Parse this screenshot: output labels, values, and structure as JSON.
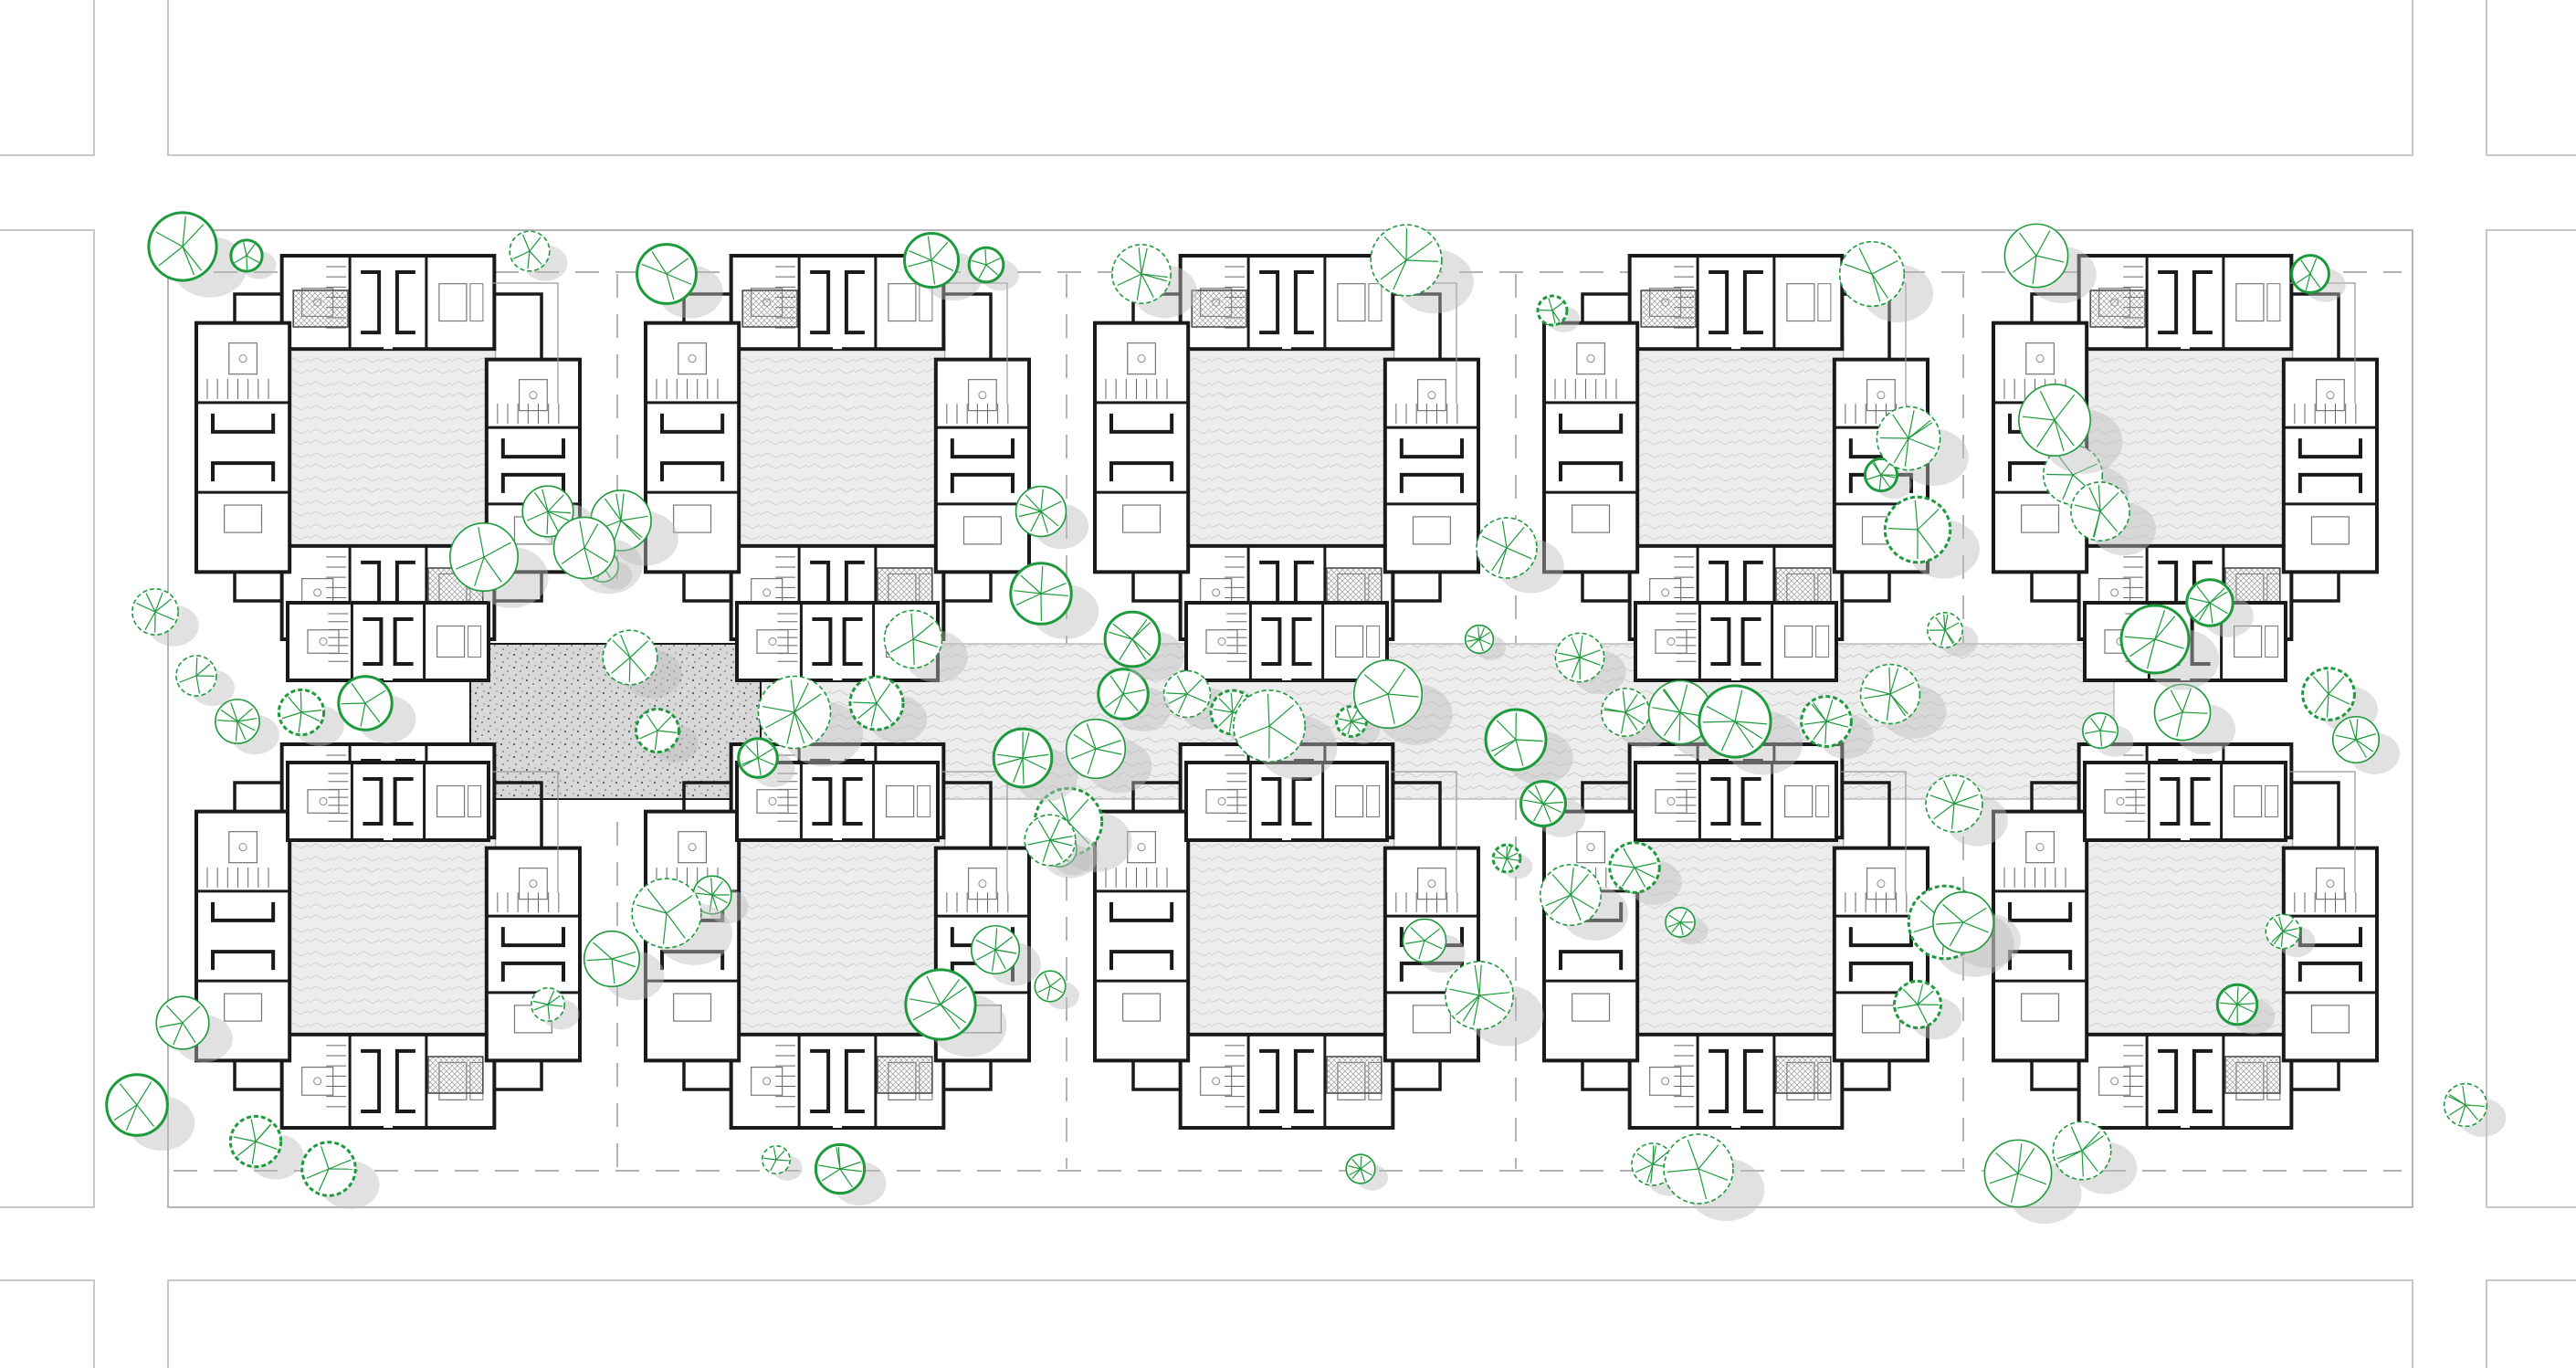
{
  "plan": {
    "courtyard_rows": 2,
    "courtyard_columns": 5,
    "units_per_courtyard": 4,
    "tree_count": 96
  },
  "colors": {
    "background": "#ffffff",
    "block_outline": "#c9c9c9",
    "wall": "#1a1a1a",
    "courtyard_fill": "#ececec",
    "plaza_fill": "#dcdcdc",
    "tree_stroke": "#1d9a3c",
    "tree_shadow": "#bdbdbd"
  },
  "icons": {
    "tree": "tree-icon",
    "stair": "stair-icon",
    "bed": "bed-icon",
    "table": "table-icon"
  }
}
